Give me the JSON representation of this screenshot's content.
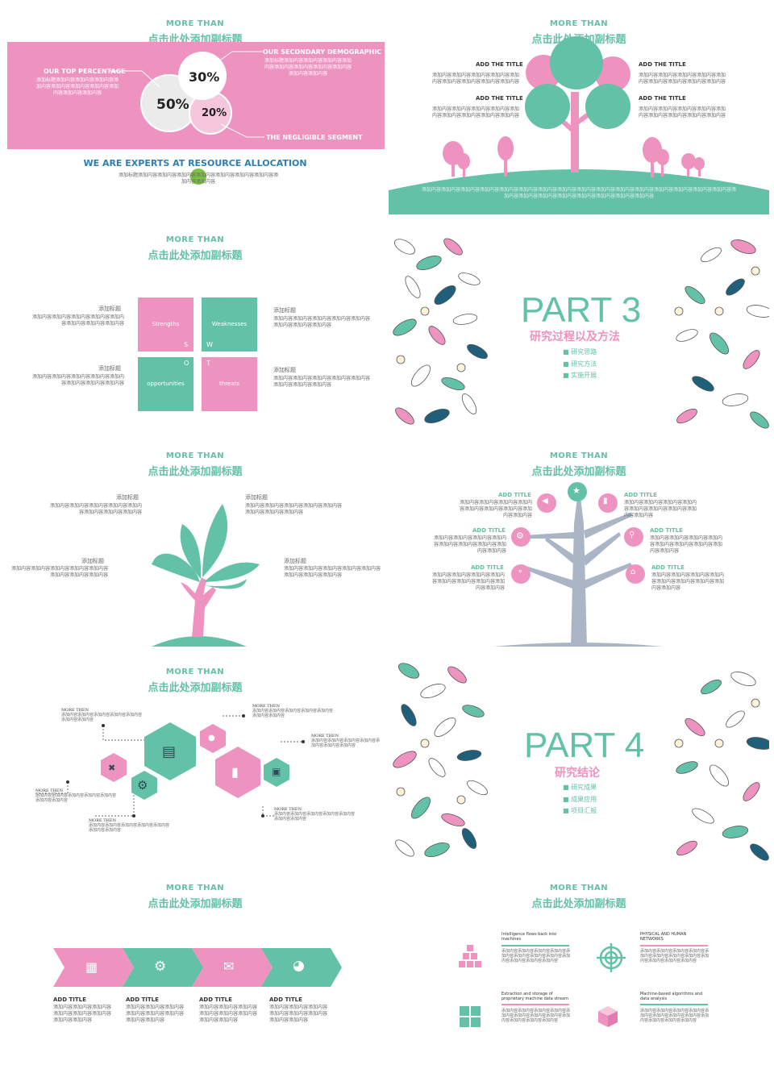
{
  "common": {
    "more_than": "MORE THAN",
    "subtitle": "点击此处添加副标题"
  },
  "colors": {
    "green": "#62c1a6",
    "pink": "#ee92c0",
    "pink_light": "#f5c6dc",
    "grey": "#aab6c6",
    "dark": "#333333"
  },
  "s1": {
    "percent_30": "30%",
    "percent_50": "50%",
    "percent_20": "20%",
    "top_label": "OUR TOP PERCENTAGE",
    "top_text": "添加标题添加内容添加内容添加内容添加内容添加内容添加内容添加内容添加内容添加内容添加内容",
    "secondary_label": "OUR SECONDARY DEMOGRAPHIC",
    "secondary_text": "添加标题添加内容添加内容添加内容添加内容添加内容添加内容添加内容添加内容添加内容添加内容",
    "negligible_label": "THE NEGLIGIBLE SEGMENT",
    "experts": "WE ARE EXPERTS AT RESOURCE ALLOCATION",
    "experts_text": "添加标题添加内容添加内容添加内容添加内容添加内容添加内容添加内容添加内容添加内容"
  },
  "s2": {
    "items": [
      {
        "title": "ADD THE TITLE",
        "text": "添加内容添加内容添加内容添加内容添加内容添加内容添加内容添加内容添加内容"
      },
      {
        "title": "ADD THE TITLE",
        "text": "添加内容添加内容添加内容添加内容添加内容添加内容添加内容添加内容添加内容"
      },
      {
        "title": "ADD THE TITLE",
        "text": "添加内容添加内容添加内容添加内容添加内容添加内容添加内容添加内容添加内容"
      },
      {
        "title": "ADD THE TITLE",
        "text": "添加内容添加内容添加内容添加内容添加内容添加内容添加内容添加内容添加内容"
      }
    ],
    "ground_text": "添加内容添加内容添加内容添加内容添加内容添加内容添加内容添加内容添加内容添加内容添加内容添加内容添加内容添加内容添加内容添加内容添加内容添加内容添加内容添加内容添加内容添加内容添加内容添加内容"
  },
  "s3": {
    "strengths": "Strengths",
    "weaknesses": "Weaknesses",
    "opportunities": "opportunities",
    "threats": "threats",
    "s": "S",
    "w": "W",
    "o": "O",
    "t": "T",
    "items": [
      {
        "title": "添加标题",
        "text": "添加内容添加内容添加内容添加内容添加内容添加内容添加内容添加内容"
      },
      {
        "title": "添加标题",
        "text": "添加内容添加内容添加内容添加内容添加内容添加内容添加内容添加内容"
      },
      {
        "title": "添加标题",
        "text": "添加内容添加内容添加内容添加内容添加内容添加内容添加内容添加内容"
      },
      {
        "title": "添加标题",
        "text": "添加内容添加内容添加内容添加内容添加内容添加内容添加内容添加内容"
      }
    ]
  },
  "s4": {
    "part": "PART 3",
    "title": "研究过程以及方法",
    "bullets": [
      "研究思路",
      "研究方法",
      "实施开展"
    ]
  },
  "s5": {
    "items": [
      {
        "title": "添加标题",
        "text": "添加内容添加内容添加内容添加内容添加内容添加内容添加内容添加内容"
      },
      {
        "title": "添加标题",
        "text": "添加内容添加内容添加内容添加内容添加内容添加内容添加内容添加内容"
      },
      {
        "title": "添加标题",
        "text": "添加内容添加内容添加内容添加内容添加内容添加内容添加内容添加内容"
      },
      {
        "title": "添加标题",
        "text": "添加内容添加内容添加内容添加内容添加内容添加内容添加内容添加内容"
      }
    ]
  },
  "s6": {
    "items": [
      {
        "title": "ADD TITLE",
        "text": "添加内容添加内容添加内容添加内容添加内容添加内容添加内容添加内容添加内容"
      },
      {
        "title": "ADD TITLE",
        "text": "添加内容添加内容添加内容添加内容添加内容添加内容添加内容添加内容添加内容"
      },
      {
        "title": "ADD TITLE",
        "text": "添加内容添加内容添加内容添加内容添加内容添加内容添加内容添加内容添加内容"
      },
      {
        "title": "ADD TITLE",
        "text": "添加内容添加内容添加内容添加内容添加内容添加内容添加内容添加内容添加内容"
      },
      {
        "title": "ADD TITLE",
        "text": "添加内容添加内容添加内容添加内容添加内容添加内容添加内容添加内容添加内容"
      },
      {
        "title": "ADD TITLE",
        "text": "添加内容添加内容添加内容添加内容添加内容添加内容添加内容添加内容添加内容"
      }
    ]
  },
  "s7": {
    "items": [
      {
        "title": "MORE THEN",
        "text": "添加内容添加内容添加内容添加内容添加内容添加内容添加内容"
      },
      {
        "title": "MORE THEN",
        "text": "添加内容添加内容添加内容添加内容添加内容添加内容添加内容"
      },
      {
        "title": "MORE THEN",
        "text": "添加内容添加内容添加内容添加内容添加内容添加内容添加内容"
      },
      {
        "title": "MORE THEN",
        "text": "添加内容添加内容添加内容添加内容添加内容添加内容添加内容"
      },
      {
        "title": "MORE THEN",
        "text": "添加内容添加内容添加内容添加内容添加内容添加内容添加内容"
      },
      {
        "title": "MORE THEN",
        "text": "添加内容添加内容添加内容添加内容添加内容添加内容添加内容"
      }
    ]
  },
  "s8": {
    "part": "PART 4",
    "title": "研究结论",
    "bullets": [
      "研究成果",
      "成果应用",
      "项目汇报"
    ]
  },
  "s9": {
    "items": [
      {
        "title": "ADD TITLE",
        "text": "添加内容添加内容添加内容添加内容添加内容添加内容添加内容添加内容"
      },
      {
        "title": "ADD TITLE",
        "text": "添加内容添加内容添加内容添加内容添加内容添加内容添加内容添加内容"
      },
      {
        "title": "ADD TITLE",
        "text": "添加内容添加内容添加内容添加内容添加内容添加内容添加内容添加内容"
      },
      {
        "title": "ADD TITLE",
        "text": "添加内容添加内容添加内容添加内容添加内容添加内容添加内容添加内容"
      }
    ]
  },
  "s10": {
    "items": [
      {
        "title": "Intelligence flows back into machines",
        "text": "添加内容添加内容添加内容添加内容添加内容添加内容添加内容添加内容添加内容添加内容添加内容添加内容"
      },
      {
        "title": "PHYSICAL AND HUMAN NETWORKS",
        "text": "添加内容添加内容添加内容添加内容添加内容添加内容添加内容添加内容添加内容添加内容添加内容添加内容"
      },
      {
        "title": "Extraction and storage of proprietary machine data stream",
        "text": "添加内容添加内容添加内容添加内容添加内容添加内容添加内容添加内容添加内容添加内容添加内容添加内容"
      },
      {
        "title": "Machine-based algorithms and data analysis",
        "text": "添加内容添加内容添加内容添加内容添加内容添加内容添加内容添加内容添加内容添加内容添加内容添加内容"
      }
    ]
  }
}
